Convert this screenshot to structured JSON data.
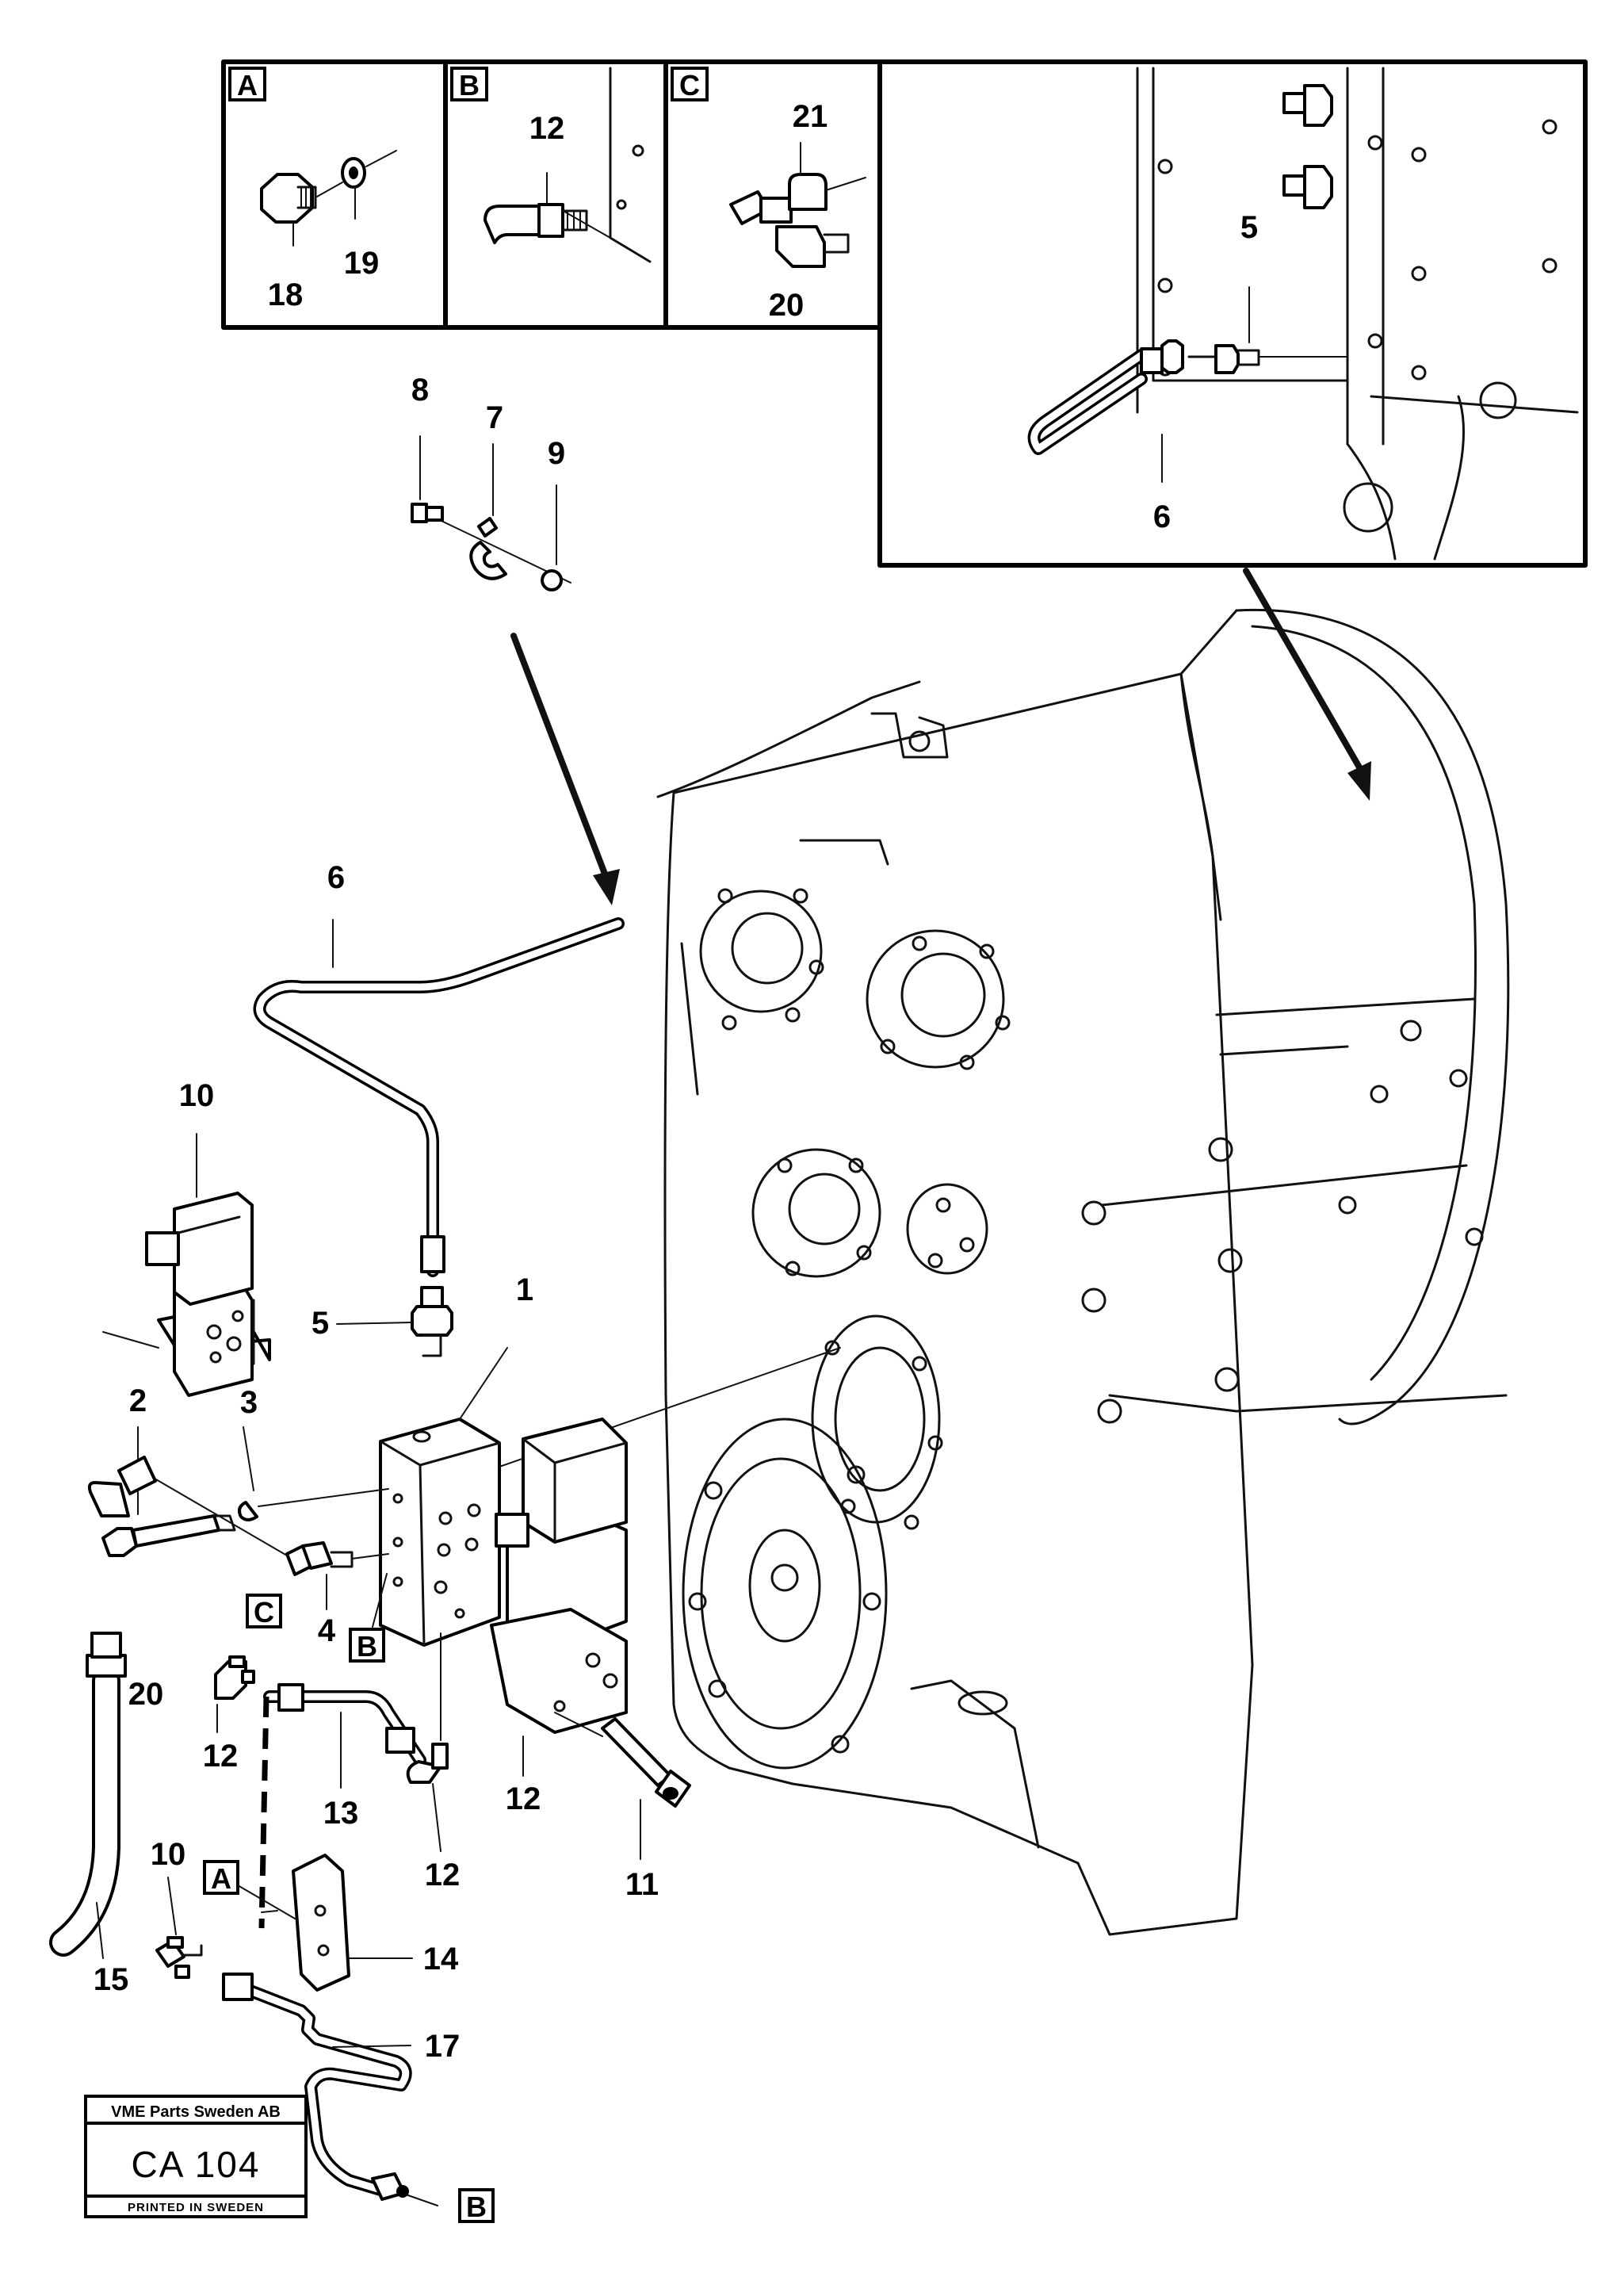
{
  "detail_boxes": [
    {
      "letter": "A",
      "parts": [
        "18",
        "19"
      ]
    },
    {
      "letter": "B",
      "parts": [
        "12"
      ]
    },
    {
      "letter": "C",
      "parts": [
        "21",
        "20"
      ]
    }
  ],
  "inset_parts": [
    "5",
    "6"
  ],
  "clamp_parts": [
    "8",
    "7",
    "9"
  ],
  "main_parts": [
    "6",
    "10",
    "5",
    "1",
    "3",
    "2",
    "4",
    "20",
    "12",
    "13",
    "12",
    "10",
    "11",
    "12",
    "14",
    "15",
    "17"
  ],
  "reference_tags": {
    "c_tag": "C",
    "b_tag": "B",
    "a_tag": "A",
    "b_tag_bottom": "B"
  },
  "stamp": {
    "company": "VME Parts Sweden AB",
    "code": "CA 104",
    "printed": "PRINTED IN SWEDEN"
  }
}
